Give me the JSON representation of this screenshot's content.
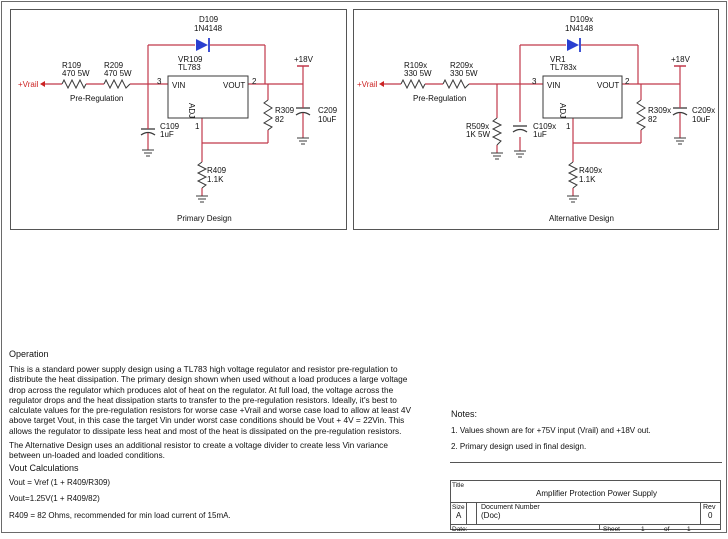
{
  "colors": {
    "wire": "#c0394b",
    "diode": "#2a3fd0",
    "part": "#3a3a3a",
    "text": "#111111",
    "border": "#555555",
    "vrail": "#cc2222"
  },
  "primary": {
    "caption": "Primary Design",
    "d_ref": "D109",
    "d_part": "1N4148",
    "vr_ref": "VR109",
    "vr_part": "TL783",
    "pin_vin": "VIN",
    "pin_vout": "VOUT",
    "pin_adj": "ADJ",
    "pin3": "3",
    "pin2": "2",
    "pin1": "1",
    "r1_ref": "R109",
    "r1_val": "470 5W",
    "r2_ref": "R209",
    "r2_val": "470 5W",
    "r3_ref": "R309",
    "r3_val": "82",
    "r4_ref": "R409",
    "r4_val": "1.1K",
    "c1_ref": "C109",
    "c1_val": "1uF",
    "c2_ref": "C209",
    "c2_val": "10uF",
    "rail_in": "+Vrail",
    "rail_out": "+18V",
    "prereg": "Pre-Regulation"
  },
  "alternative": {
    "caption": "Alternative Design",
    "d_ref": "D109x",
    "d_part": "1N4148",
    "vr_ref": "VR1",
    "vr_part": "TL783x",
    "pin_vin": "VIN",
    "pin_vout": "VOUT",
    "pin_adj": "ADJ",
    "pin3": "3",
    "pin2": "2",
    "pin1": "1",
    "r1_ref": "R109x",
    "r1_val": "330 5W",
    "r2_ref": "R209x",
    "r2_val": "330 5W",
    "r3_ref": "R309x",
    "r3_val": "82",
    "r4_ref": "R409x",
    "r4_val": "1.1K",
    "r5_ref": "R509x",
    "r5_val": "1K 5W",
    "c1_ref": "C109x",
    "c1_val": "1uF",
    "c2_ref": "C209x",
    "c2_val": "10uF",
    "rail_in": "+Vrail",
    "rail_out": "+18V",
    "prereg": "Pre-Regulation"
  },
  "operation": {
    "heading": "Operation",
    "para1": "This is a standard power supply design using a TL783 high voltage regulator and resistor pre-regulation to distribute the heat dissipation. The primary design shown when used without a load produces a large voltage drop across the regulator which produces alot of heat on the regulator. At full load, the voltage across the regulator drops and the heat dissipation starts to transfer to the pre-regulation resistors. Ideally, it's best to calculate values for the pre-regulation resistors for worse case +Vrail and worse case load to allow at least 4V above target Vout, in this case the target Vin under worst case conditions should be Vout + 4V = 22Vin. This allows the regulator to dissipate less heat and most of the heat is dissipated on the pre-regulation resistors.",
    "para2": "The Alternative Design uses an additional resistor to create a voltage divider to create less Vin variance between un-loaded and loaded conditions.",
    "calc_heading": "Vout Calculations",
    "eq1": "Vout = Vref (1 + R409/R309)",
    "eq2": "Vout=1.25V(1 + R409/82)",
    "eq3": "R409 = 82 Ohms, recommended for min load current of 15mA."
  },
  "notes": {
    "heading": "Notes:",
    "items": [
      "1. Values shown are for +75V input (Vrail) and +18V out.",
      "2. Primary design used in final design."
    ]
  },
  "title_block": {
    "title_label": "Title",
    "title": "Amplifier Protection Power Supply",
    "size_label": "Size",
    "size": "A",
    "docnum_label": "Document Number",
    "docnum": "(Doc)",
    "rev_label": "Rev",
    "rev": "0",
    "date_label": "Date:",
    "sheet_label": "Sheet",
    "sheet_num": "1",
    "of_label": "of",
    "sheet_total": "1"
  }
}
